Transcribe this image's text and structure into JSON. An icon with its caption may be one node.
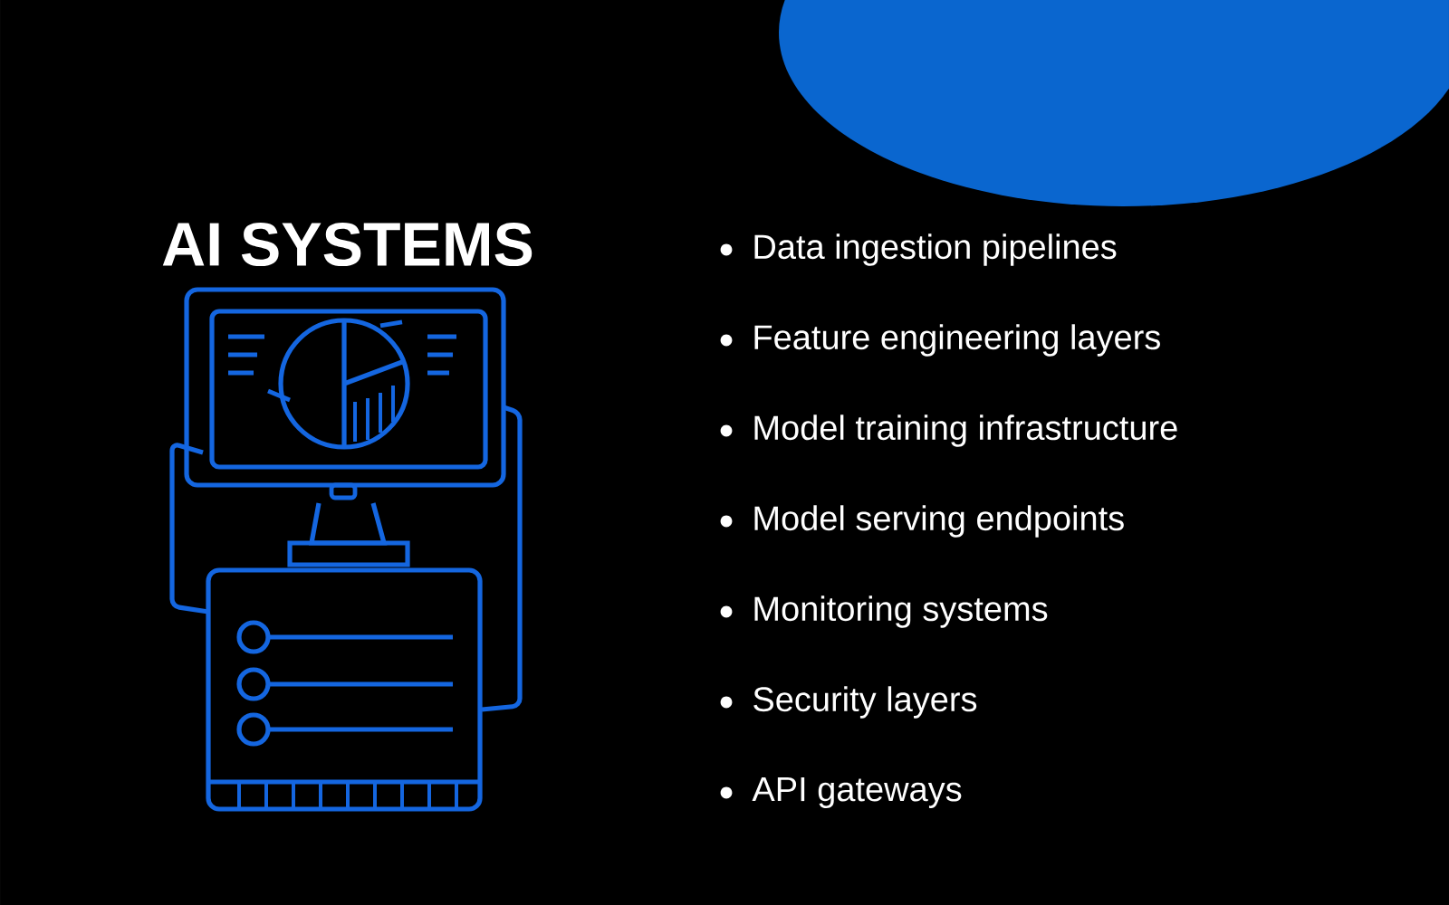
{
  "diagram": {
    "title": "AI SYSTEMS",
    "labels": [
      "Data ingestion pipelines",
      "Feature engineering layers",
      "Model training infrastructure",
      "Model serving endpoints",
      "Monitoring systems",
      "Security layers",
      "API gateways"
    ]
  }
}
